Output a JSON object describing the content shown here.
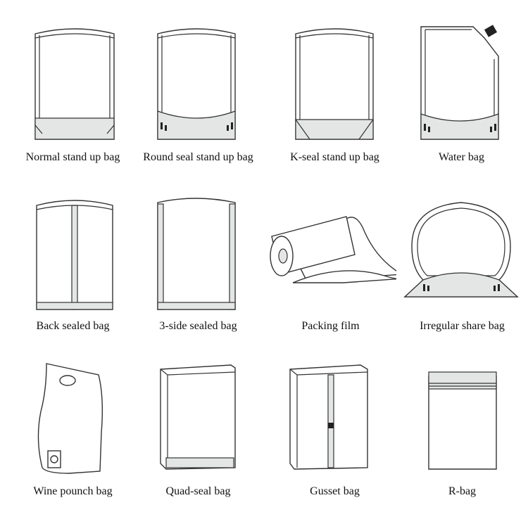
{
  "items": [
    {
      "label": "Normal stand up bag",
      "icon": "normal-stand-up-bag-icon"
    },
    {
      "label": "Round seal stand up bag",
      "icon": "round-seal-stand-up-bag-icon"
    },
    {
      "label": "K-seal stand up bag",
      "icon": "k-seal-stand-up-bag-icon"
    },
    {
      "label": "Water bag",
      "icon": "water-bag-icon"
    },
    {
      "label": "Back sealed bag",
      "icon": "back-sealed-bag-icon"
    },
    {
      "label": "3-side sealed bag",
      "icon": "3-side-sealed-bag-icon"
    },
    {
      "label": "Packing film",
      "icon": "packing-film-icon"
    },
    {
      "label": "Irregular share bag",
      "icon": "irregular-shape-bag-icon"
    },
    {
      "label": "Wine pounch bag",
      "icon": "wine-pouch-bag-icon"
    },
    {
      "label": "Quad-seal bag",
      "icon": "quad-seal-bag-icon"
    },
    {
      "label": "Gusset bag",
      "icon": "gusset-bag-icon"
    },
    {
      "label": "R-bag",
      "icon": "r-bag-icon"
    }
  ]
}
